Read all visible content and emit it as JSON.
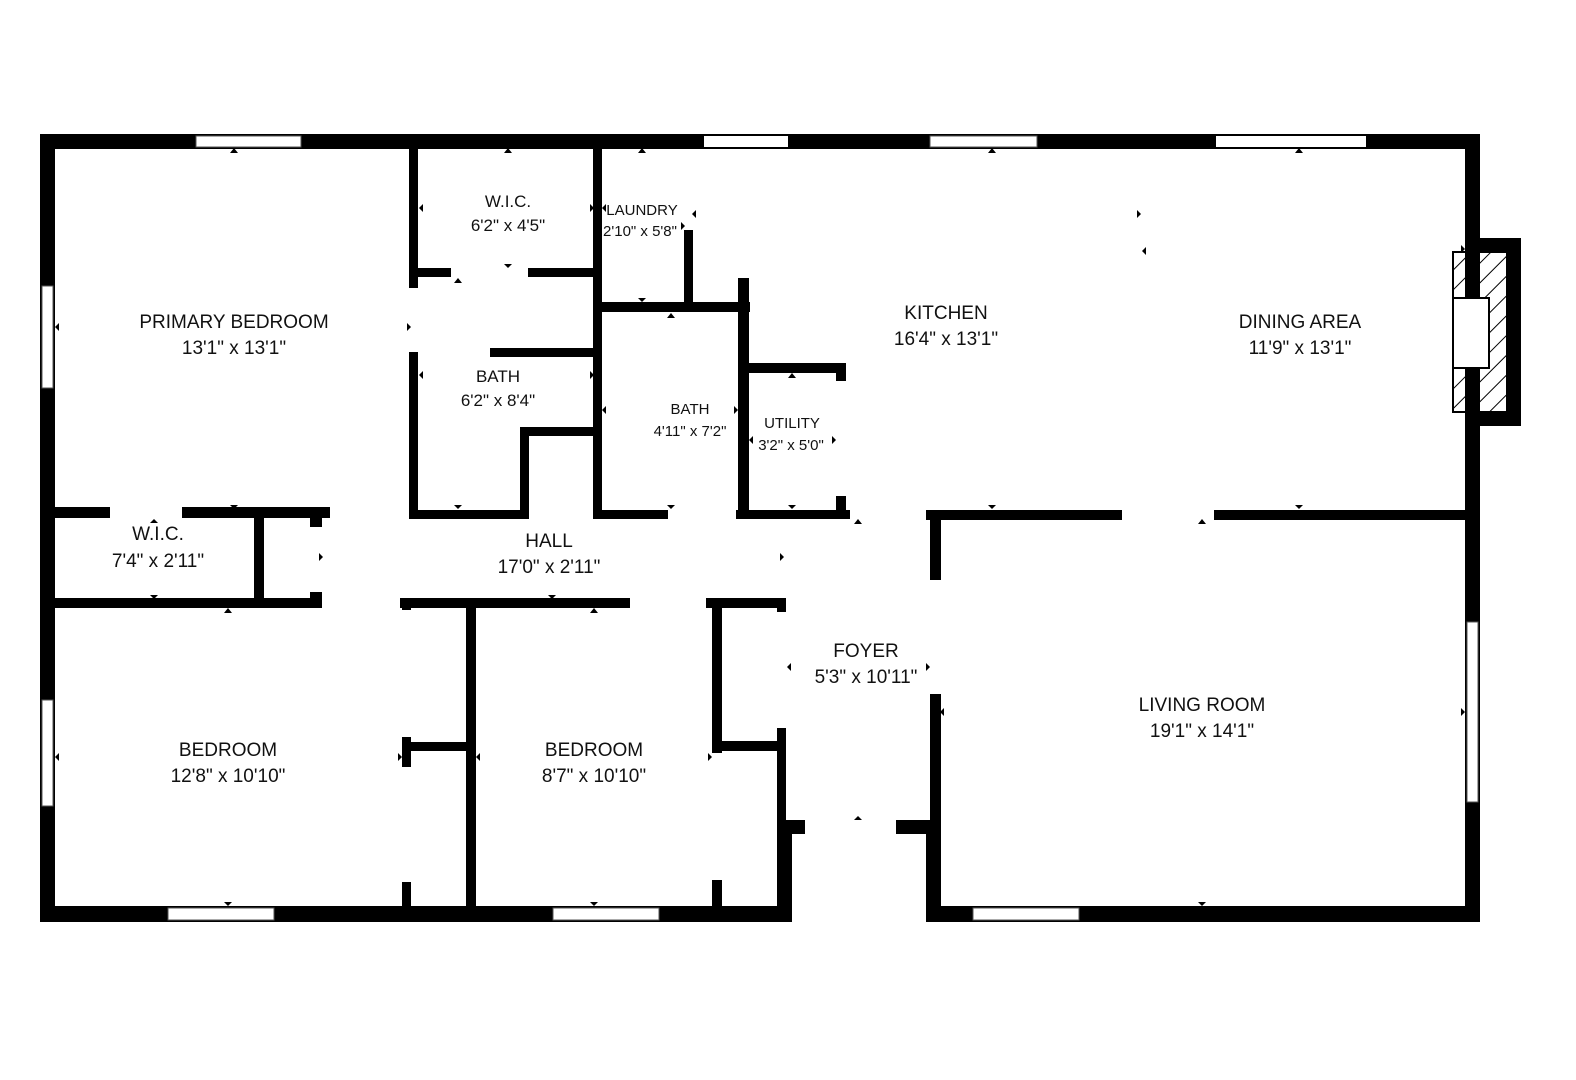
{
  "colors": {
    "wall": "#000000",
    "background": "#ffffff",
    "window": "#ffffff",
    "window_line": "#555555",
    "hatch": "#000000"
  },
  "rooms": {
    "primary_bedroom": {
      "name": "PRIMARY BEDROOM",
      "dim": "13'1\" x 13'1\""
    },
    "wic_primary": {
      "name": "W.I.C.",
      "dim": "6'2\" x 4'5\""
    },
    "laundry": {
      "name": "LAUNDRY",
      "dim": "2'10\" x 5'8\""
    },
    "kitchen": {
      "name": "KITCHEN",
      "dim": "16'4\" x 13'1\""
    },
    "dining_area": {
      "name": "DINING AREA",
      "dim": "11'9\" x 13'1\""
    },
    "bath_primary": {
      "name": "BATH",
      "dim": "6'2\" x 8'4\""
    },
    "bath_hall": {
      "name": "BATH",
      "dim": "4'11\" x 7'2\""
    },
    "utility": {
      "name": "UTILITY",
      "dim": "3'2\" x 5'0\""
    },
    "wic_hall": {
      "name": "W.I.C.",
      "dim": "7'4\" x 2'11\""
    },
    "hall": {
      "name": "HALL",
      "dim": "17'0\" x 2'11\""
    },
    "foyer": {
      "name": "FOYER",
      "dim": "5'3\" x 10'11\""
    },
    "living_room": {
      "name": "LIVING ROOM",
      "dim": "19'1\" x 14'1\""
    },
    "bedroom_left": {
      "name": "BEDROOM",
      "dim": "12'8\" x 10'10\""
    },
    "bedroom_mid": {
      "name": "BEDROOM",
      "dim": "8'7\" x 10'10\""
    }
  }
}
